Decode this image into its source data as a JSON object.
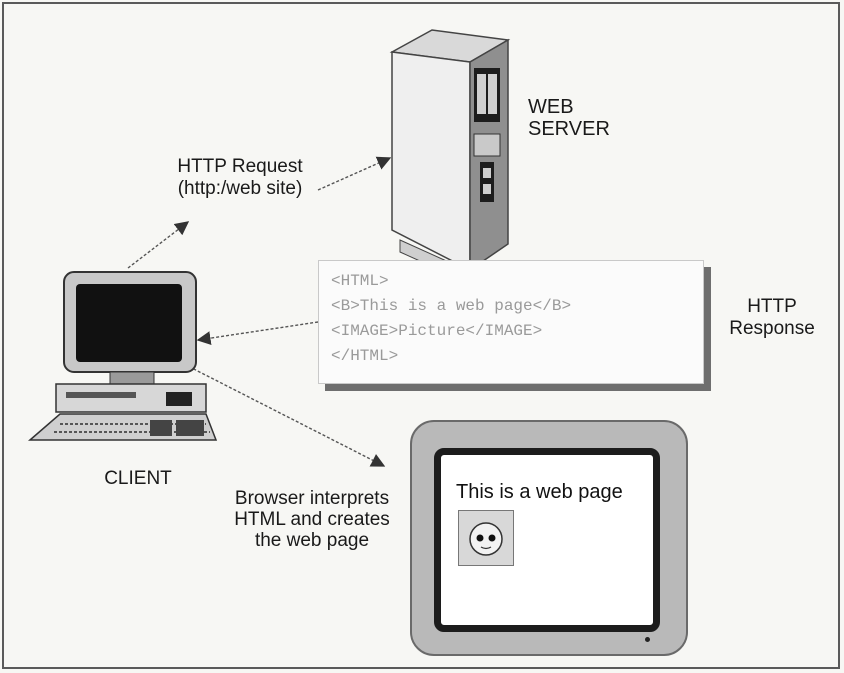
{
  "labels": {
    "web_server": [
      "WEB",
      "SERVER"
    ],
    "http_request": [
      "HTTP Request",
      "(http:/web site)"
    ],
    "http_response": [
      "HTTP",
      "Response"
    ],
    "client": "CLIENT",
    "browser": [
      "Browser interprets",
      "HTML and creates",
      "the web page"
    ]
  },
  "html_code": [
    "<HTML>",
    "<B>This is a web page</B>",
    "<IMAGE>Picture</IMAGE>",
    "</HTML>"
  ],
  "browser_screen": {
    "text": "This is a web page"
  },
  "icons": [
    "web-server-icon",
    "client-computer-icon",
    "browser-monitor-icon",
    "picture-icon",
    "arrow-icon"
  ],
  "colors": {
    "line": "#3a3a3a",
    "code_text": "#9a9a9a",
    "shadow": "#6e6e6e"
  }
}
